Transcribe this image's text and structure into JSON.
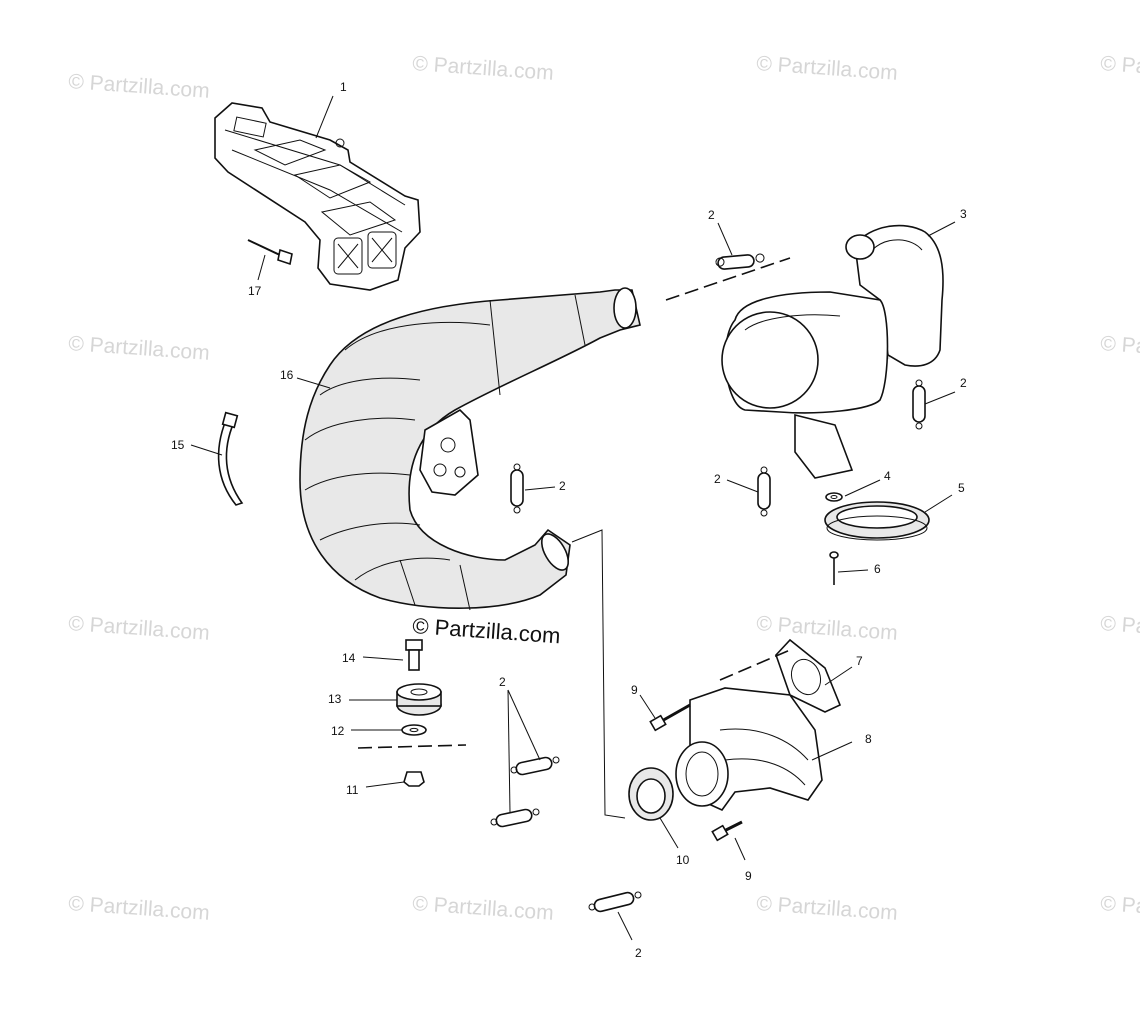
{
  "watermark": {
    "text": "© Partzilla.com"
  },
  "center_watermark": {
    "text": "© Partzilla.com"
  },
  "callouts": {
    "c1": "1",
    "c2a": "2",
    "c2b": "2",
    "c2c": "2",
    "c2d": "2",
    "c2e": "2",
    "c2f": "2",
    "c3": "3",
    "c4": "4",
    "c5": "5",
    "c6": "6",
    "c7": "7",
    "c8": "8",
    "c9a": "9",
    "c9b": "9",
    "c10": "10",
    "c11": "11",
    "c12": "12",
    "c13": "13",
    "c14": "14",
    "c15": "15",
    "c16": "16",
    "c17": "17"
  }
}
